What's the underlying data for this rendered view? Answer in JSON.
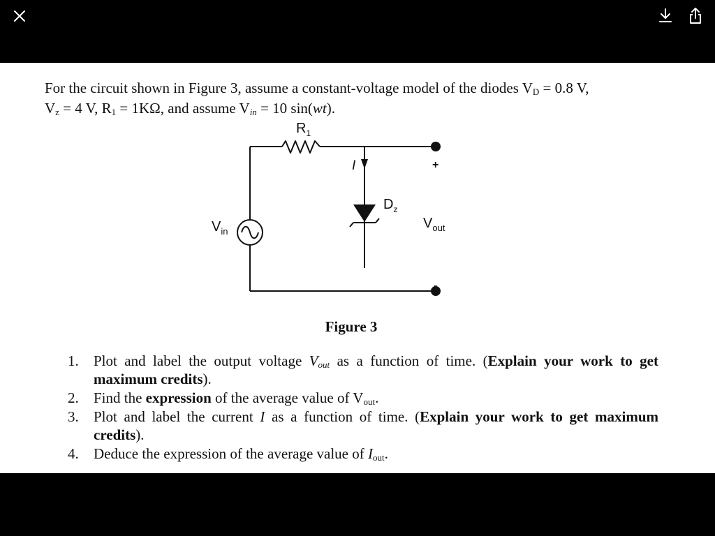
{
  "viewer": {
    "close_icon": "close-icon",
    "download_icon": "download-icon",
    "share_icon": "share-icon"
  },
  "problem": {
    "intro": "For the circuit shown in Figure 3, assume a constant-voltage model of the diodes V",
    "vd_sub": "D",
    "vd_val": " = 0.8 V,",
    "vz": "V",
    "vz_sub": "z",
    "vz_val": " = 4 V, R",
    "r1_sub": "1",
    "r1_val": " = 1KΩ, and assume V",
    "vin_sub": "in",
    "vin_val": " = 10 sin(",
    "wt": "wt",
    "end": ")."
  },
  "circuit": {
    "r1_label": "R",
    "r1_sub": "1",
    "current_label": "I",
    "diode_label": "D",
    "diode_sub": "z",
    "vin_label": "V",
    "vin_sub": "in",
    "vout_label": "V",
    "vout_sub": "out",
    "plus": "+",
    "minus": "-"
  },
  "figure": {
    "caption": "Figure 3"
  },
  "questions": [
    {
      "num": "1.",
      "a": "Plot and label the output voltage ",
      "var": "V",
      "var_sub": "out",
      "b": " as a function of time. (",
      "bold": "Explain your work to get maximum credits",
      "c": ")."
    },
    {
      "num": "2.",
      "a": "Find the ",
      "bold": "expression",
      "b": " of the average value of V",
      "sub": "out",
      "c": "."
    },
    {
      "num": "3.",
      "a": "Plot and label the current ",
      "var": "I",
      "b": " as a function of time. (",
      "bold": "Explain your work to get maximum credits",
      "c": ")."
    },
    {
      "num": "4.",
      "a": "Deduce the expression of the average value of ",
      "var": "I",
      "var_sub": "out",
      "c": "."
    }
  ]
}
